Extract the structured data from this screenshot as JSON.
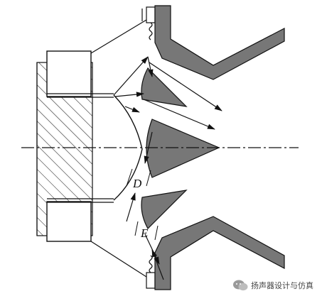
{
  "labels": {
    "d": "D",
    "e": "E"
  },
  "watermark": {
    "text": "扬声器设计与仿真",
    "icon": "wechat-icon"
  },
  "colors": {
    "cone_fill": "#777777",
    "line": "#111111",
    "background": "#ffffff"
  }
}
